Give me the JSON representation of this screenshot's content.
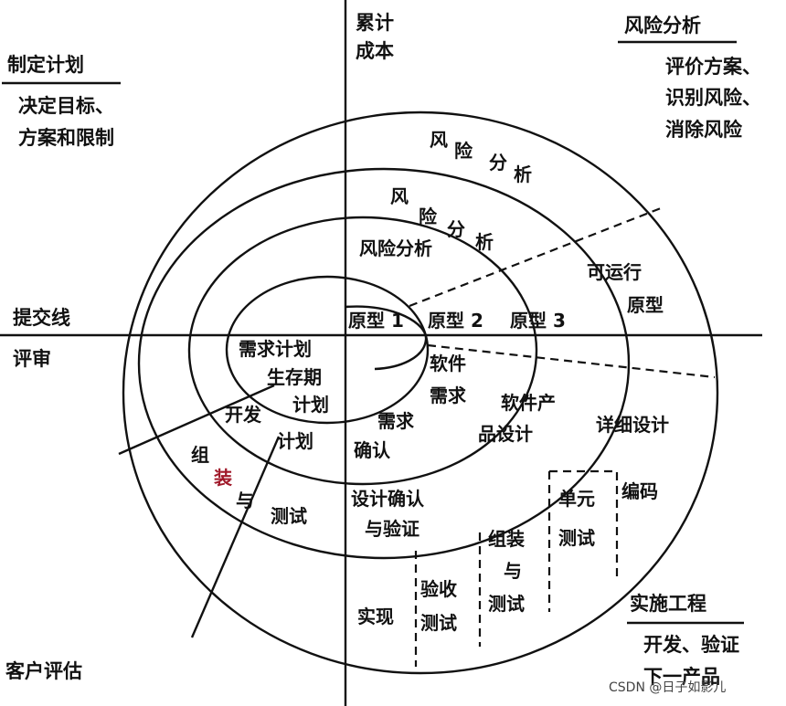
{
  "axis": {
    "cumulative_cost": [
      "累计",
      "成本"
    ],
    "progress_line": "提交线",
    "review": "评审"
  },
  "quadrants": {
    "planning": {
      "title": "制定计划",
      "desc": [
        "决定目标、",
        "方案和限制"
      ]
    },
    "risk": {
      "title": "风险分析",
      "desc": [
        "评价方案、",
        "识别风险、",
        "消除风险"
      ]
    },
    "engineering": {
      "title": "实施工程",
      "desc": [
        "开发、验证",
        "下一产品"
      ]
    },
    "customer": {
      "title": "客户评估"
    }
  },
  "risk_labels": {
    "outer": [
      "风",
      "险",
      "分",
      "析"
    ],
    "middle": [
      "风",
      "险",
      "分",
      "析"
    ],
    "inner": "风险分析"
  },
  "prototypes": {
    "p1": "原型 1",
    "p2": "原型 2",
    "p3": "原型 3",
    "operational": [
      "可运行",
      "原型"
    ]
  },
  "planning_labels": {
    "req_plan": "需求计划",
    "lifecycle": [
      "生存期",
      "计划"
    ],
    "dev_plan": [
      "开发",
      "计划"
    ],
    "integration": [
      "组",
      "装",
      "与",
      "测试"
    ]
  },
  "engineering_labels": {
    "software_req": [
      "软件",
      "需求"
    ],
    "req_confirm": [
      "需求",
      "确认"
    ],
    "product_design": [
      "软件产",
      "品设计"
    ],
    "design_verify": [
      "设计确认",
      "与验证"
    ],
    "detailed_design": "详细设计",
    "coding": "编码",
    "unit_test": [
      "单元",
      "测试"
    ],
    "integrate_test": [
      "组装",
      "与",
      "测试"
    ],
    "acceptance_test": [
      "验收",
      "测试"
    ],
    "implementation": "实现"
  },
  "watermark": "CSDN @日子如影儿"
}
